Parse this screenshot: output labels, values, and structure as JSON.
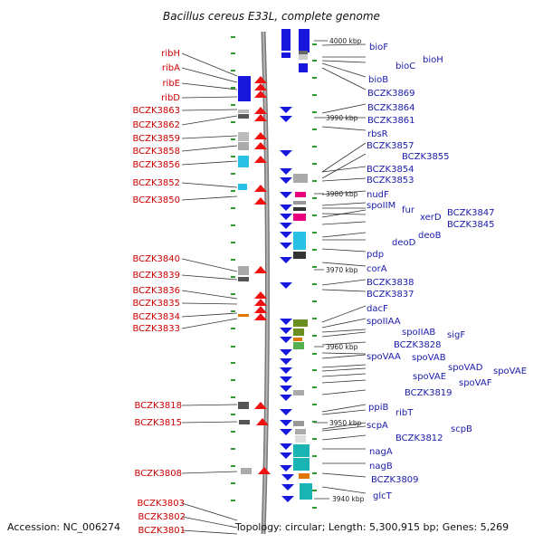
{
  "title": "Bacillus cereus E33L, complete genome",
  "footer": {
    "accession": "Accession: NC_006274",
    "topology": "Topology: circular; Length: 5,300,915 bp; Genes: 5,269"
  },
  "colors": {
    "left_label": "#cc0000",
    "right_label": "#1a1aaa",
    "backbone": "#808080",
    "tick": "#2e9a2e"
  },
  "scale": [
    "4000 kbp",
    "3990 kbp",
    "3980 kbp",
    "3970 kbp",
    "3960 kbp",
    "3950 kbp",
    "3940 kbp"
  ],
  "left_labels": [
    "ribH",
    "ribA",
    "ribE",
    "ribD",
    "BCZK3863",
    "BCZK3862",
    "BCZK3859",
    "BCZK3858",
    "BCZK3856",
    "BCZK3852",
    "BCZK3850",
    "BCZK3840",
    "BCZK3839",
    "BCZK3836",
    "BCZK3835",
    "BCZK3834",
    "BCZK3833",
    "BCZK3818",
    "BCZK3815",
    "BCZK3808",
    "BCZK3803",
    "BCZK3802",
    "BCZK3801"
  ],
  "right_labels": [
    "bioF",
    "bioH",
    "bioC",
    "bioB",
    "BCZK3869",
    "BCZK3864",
    "BCZK3861",
    "rbsR",
    "BCZK3857",
    "BCZK3855",
    "BCZK3854",
    "BCZK3853",
    "nudF",
    "spoIIM",
    "fur",
    "xerD",
    "BCZK3847",
    "BCZK3845",
    "deoB",
    "deoD",
    "pdp",
    "corA",
    "BCZK3838",
    "BCZK3837",
    "dacF",
    "spoIIAA",
    "spoIIAB",
    "sigF",
    "BCZK3828",
    "spoVAA",
    "spoVAB",
    "spoVAD",
    "spoVAE",
    "spoVAE",
    "spoVAF",
    "BCZK3819",
    "ppiB",
    "ribT",
    "scpA",
    "scpB",
    "BCZK3812",
    "nagA",
    "nagB",
    "BCZK3809",
    "glcT"
  ]
}
